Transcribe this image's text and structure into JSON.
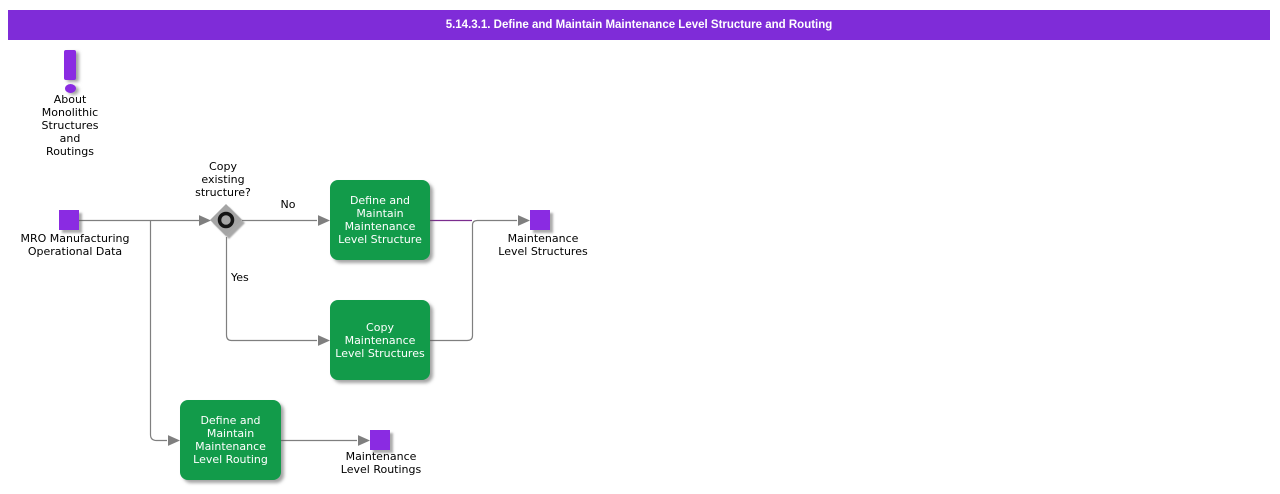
{
  "title": "5.14.3.1. Define and Maintain Maintenance Level Structure and Routing",
  "colors": {
    "accent_violet": "#8A2BE2",
    "title_bar_violet": "#7F2CD8",
    "process_green": "#129B4A",
    "connector_gray": "#808080",
    "highlight_purple": "#7B2D8E"
  },
  "note": {
    "icon": "exclamation-icon",
    "label": "About\nMonolithic\nStructures\nand\nRoutings"
  },
  "nodes": {
    "start": {
      "type": "data",
      "label": "MRO Manufacturing\nOperational Data"
    },
    "decision": {
      "type": "decision",
      "label": "Copy\nexisting\nstructure?"
    },
    "define_structure": {
      "type": "process",
      "label": "Define and\nMaintain\nMaintenance\nLevel Structure"
    },
    "copy_structures": {
      "type": "process",
      "label": "Copy\nMaintenance\nLevel Structures"
    },
    "define_routing": {
      "type": "process",
      "label": "Define and\nMaintain\nMaintenance\nLevel Routing"
    },
    "structures_out": {
      "type": "data",
      "label": "Maintenance\nLevel Structures"
    },
    "routings_out": {
      "type": "data",
      "label": "Maintenance\nLevel Routings"
    }
  },
  "edges": {
    "no_label": "No",
    "yes_label": "Yes"
  }
}
